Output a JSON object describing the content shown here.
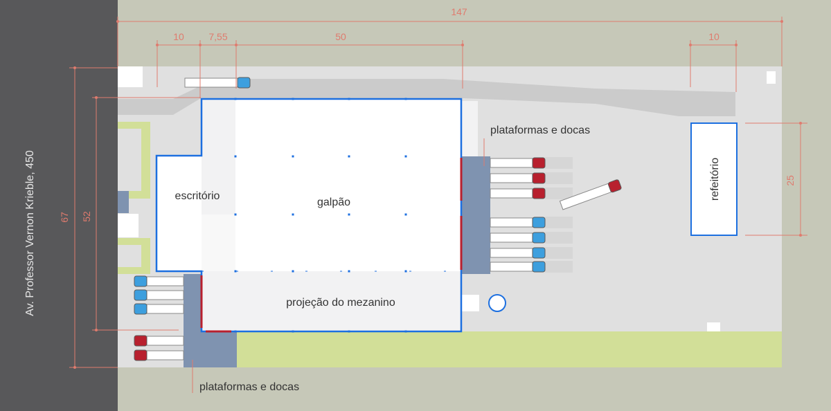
{
  "street": {
    "label": "Av. Professor Vernon Krieble, 450"
  },
  "dimensions": {
    "total_width": "147",
    "offset_left": "10",
    "offset_office": "7,55",
    "warehouse_width": "50",
    "offset_right": "10",
    "total_depth": "67",
    "building_depth": "52",
    "canteen_depth": "25"
  },
  "areas": {
    "warehouse": "galpão",
    "office": "escritório",
    "mezzanine": "projeção do mezanino",
    "canteen": "refeitório",
    "docks_east": "plataformas e docas",
    "docks_south": "plataformas e docas"
  },
  "colors": {
    "terrain": "#c6c8b8",
    "street": "#58585a",
    "yard": "#e0e0e0",
    "access_road": "#cbcbcb",
    "lawn": "#d2df98",
    "building_outline": "#1c6fe0",
    "dock_platform": "#7f93b0",
    "dimension_line": "#df7b6e",
    "truck_red": "#b8202e",
    "truck_blue": "#3d9fde",
    "text": "#333333"
  },
  "trucks": {
    "east_docks": [
      "red",
      "red",
      "red",
      "blue",
      "blue",
      "blue",
      "blue"
    ],
    "southwest": [
      "blue",
      "blue",
      "blue",
      "red",
      "red"
    ]
  }
}
